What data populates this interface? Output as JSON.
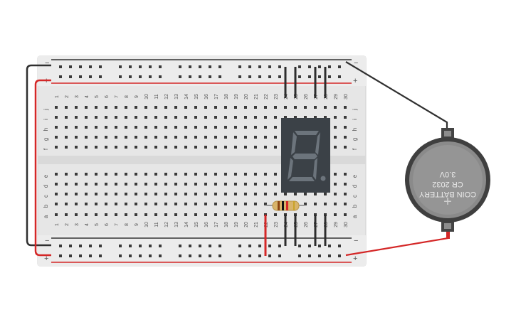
{
  "breadboard": {
    "column_numbers": [
      "1",
      "2",
      "3",
      "4",
      "5",
      "6",
      "7",
      "8",
      "9",
      "10",
      "11",
      "12",
      "13",
      "14",
      "15",
      "16",
      "17",
      "18",
      "19",
      "20",
      "21",
      "22",
      "23",
      "24",
      "25",
      "26",
      "27",
      "28",
      "29",
      "30"
    ],
    "top_row_letters": [
      "j",
      "i",
      "h",
      "g",
      "f"
    ],
    "bottom_row_letters": [
      "e",
      "d",
      "c",
      "b",
      "a"
    ],
    "rail_minus": "−",
    "rail_plus": "+"
  },
  "battery": {
    "line1": "COIN BATTERY",
    "line2": "CR 2032",
    "line3": "3.0V",
    "plus_symbol": "+"
  },
  "display": {
    "digit": "8"
  },
  "colors": {
    "board": "#e8e8e8",
    "rail_red": "#d42727",
    "rail_dark": "#333333",
    "wire_black": "#303030",
    "wire_red": "#d42727",
    "display_body": "#3b4147",
    "segment": "#6c747c",
    "battery_body": "#8a8a8a"
  }
}
